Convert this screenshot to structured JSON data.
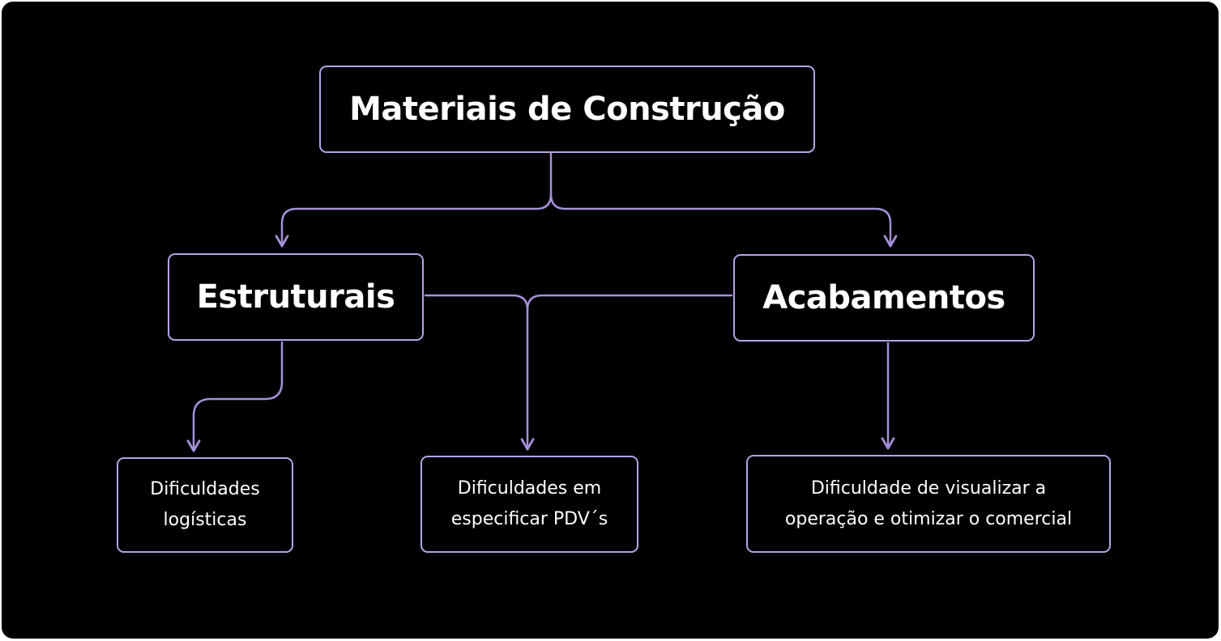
{
  "diagram": {
    "title": "Materiais de Construção",
    "categories": [
      {
        "label": "Estruturais"
      },
      {
        "label": "Acabamentos"
      }
    ],
    "leaves": [
      {
        "lines": [
          "Dificuldades",
          "logísticas"
        ]
      },
      {
        "lines": [
          "Dificuldades em",
          "especificar PDV´s"
        ]
      },
      {
        "lines": [
          "Dificuldade de visualizar a",
          "operação e otimizar o comercial"
        ]
      }
    ]
  },
  "colors": {
    "background": "#000000",
    "node_border": "#b7a2e6",
    "connector": "#a590d8",
    "text": "#ffffff"
  }
}
